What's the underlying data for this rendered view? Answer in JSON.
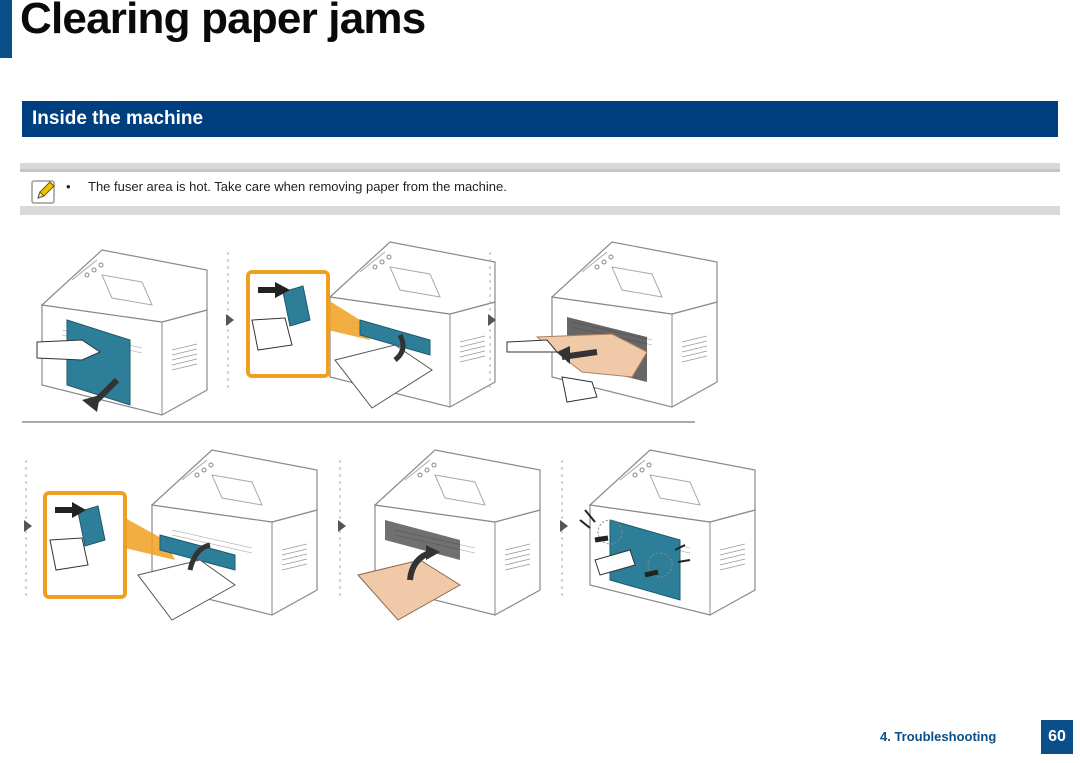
{
  "page": {
    "title": "Clearing paper jams",
    "section_title": "Inside the machine",
    "note": {
      "bullet": "•",
      "text": "The fuser area is hot. Take care when removing paper from the machine."
    },
    "footer": {
      "chapter": "4. Troubleshooting",
      "page_number": "60"
    }
  },
  "colors": {
    "brand_blue": "#0b4f8a",
    "section_blue": "#003f7f",
    "panel_teal": "#2d7e98",
    "callout_orange": "#f0a020",
    "paper_tan": "#f0c9a8"
  },
  "steps": [
    {
      "name": "open-rear-cover"
    },
    {
      "name": "pull-fuser-levers"
    },
    {
      "name": "remove-jammed-paper"
    },
    {
      "name": "push-fuser-levers"
    },
    {
      "name": "close-inner-cover"
    },
    {
      "name": "close-rear-cover"
    }
  ]
}
